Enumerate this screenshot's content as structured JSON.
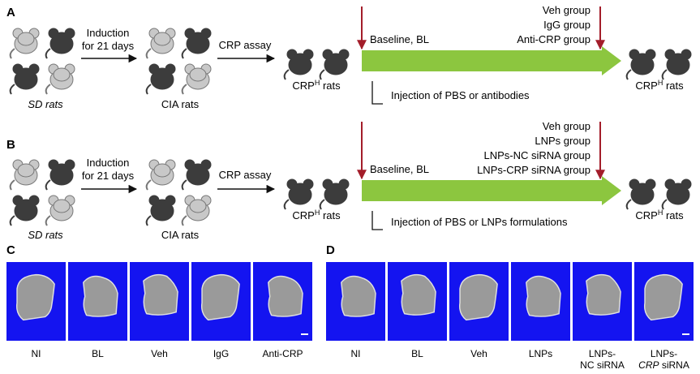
{
  "panels": {
    "A": {
      "letter": "A",
      "start_group": "SD rats",
      "step1": [
        "Induction",
        "for 21 days"
      ],
      "mid_group": "CIA rats",
      "step2": "CRP assay",
      "crp_group": "CRP",
      "crp_group_sup": "H",
      "crp_group_suffix": " rats",
      "baseline": "Baseline, BL",
      "injection": "Injection of PBS or antibodies",
      "groups": [
        "Veh group",
        "IgG group",
        "Anti-CRP group"
      ],
      "end_group": "CRP",
      "end_group_sup": "H",
      "end_group_suffix": " rats"
    },
    "B": {
      "letter": "B",
      "start_group": "SD rats",
      "step1": [
        "Induction",
        "for 21 days"
      ],
      "mid_group": "CIA rats",
      "step2": "CRP assay",
      "crp_group": "CRP",
      "crp_group_sup": "H",
      "crp_group_suffix": " rats",
      "baseline": "Baseline, BL",
      "injection": "Injection of PBS or LNPs formulations",
      "groups": [
        "Veh group",
        "LNPs group",
        "LNPs-NC siRNA group",
        "LNPs-CRP siRNA group"
      ],
      "end_group": "CRP",
      "end_group_sup": "H",
      "end_group_suffix": " rats"
    },
    "C": {
      "letter": "C",
      "images": [
        "NI",
        "BL",
        "Veh",
        "IgG",
        "Anti-CRP"
      ]
    },
    "D": {
      "letter": "D",
      "images": [
        "NI",
        "BL",
        "Veh",
        "LNPs",
        "LNPs-\nNC siRNA",
        "LNPs-\nCRP siRNA"
      ]
    }
  },
  "colors": {
    "arrow_green": "#8cc63f",
    "marker_red": "#a31d2a",
    "ct_blue": "#1414f0",
    "rat_light": "#c8c8c8",
    "rat_dark": "#3c3c3c"
  }
}
